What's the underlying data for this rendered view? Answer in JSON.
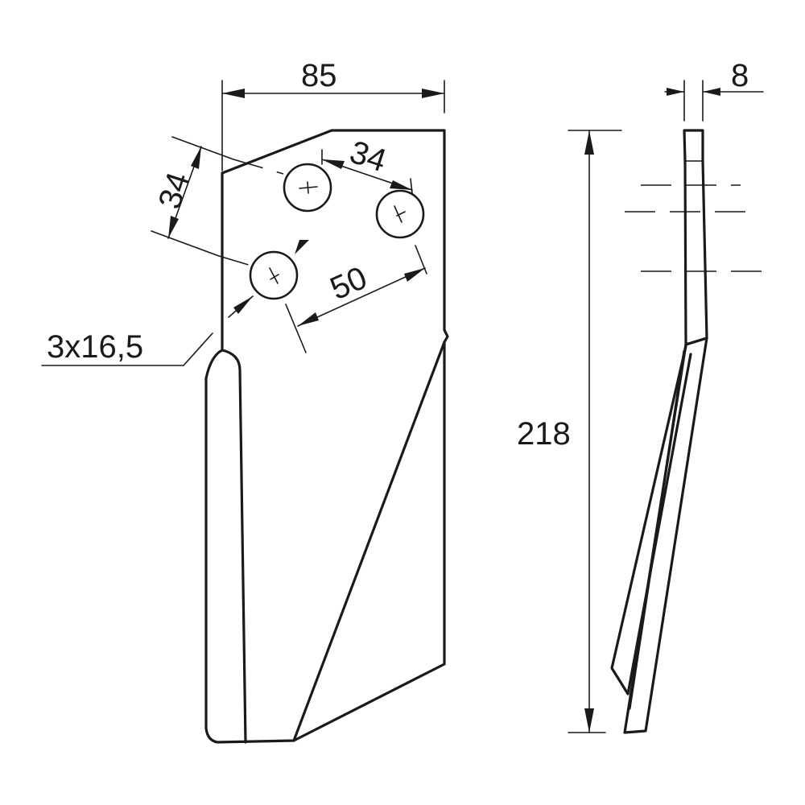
{
  "diagram": {
    "dimensions": {
      "width": "85",
      "hole_spacing_diag": "34",
      "hole_spacing_top": "34",
      "hole_spacing_bottom": "50",
      "holes": "3x16,5",
      "height": "218",
      "thickness": "8"
    }
  }
}
